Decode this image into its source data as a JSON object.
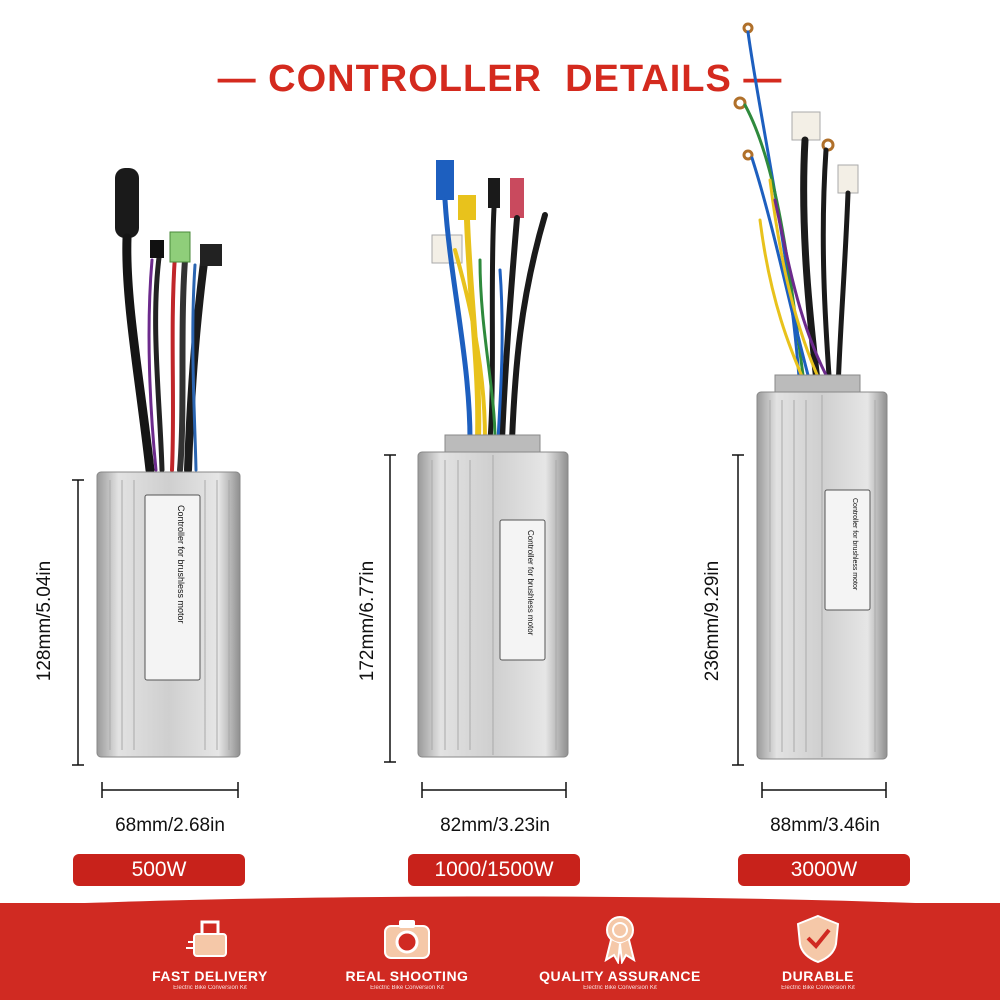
{
  "title": "— CONTROLLER  DETAILS —",
  "controllers": [
    {
      "height_label": "128mm/5.04in",
      "width_label": "68mm/2.68in",
      "power": "500W"
    },
    {
      "height_label": "172mm/6.77in",
      "width_label": "82mm/3.23in",
      "power": "1000/1500W"
    },
    {
      "height_label": "236mm/9.29in",
      "width_label": "88mm/3.46in",
      "power": "3000W"
    }
  ],
  "features": [
    {
      "icon": "fast-delivery-icon",
      "label": "FAST DELIVERY",
      "sub": "Electric Bike Conversion Kit"
    },
    {
      "icon": "camera-icon",
      "label": "REAL SHOOTING",
      "sub": "Electric Bike Conversion Kit"
    },
    {
      "icon": "award-ribbon-icon",
      "label": "QUALITY ASSURANCE",
      "sub": "Electric Bike Conversion Kit"
    },
    {
      "icon": "shield-check-icon",
      "label": "DURABLE",
      "sub": "Electric Bike Conversion Kit"
    }
  ],
  "label_text": "Controller for brushless motor",
  "colors": {
    "accent": "#d42a1e",
    "footer": "#d02a22",
    "metal": "#c9c9c9"
  }
}
